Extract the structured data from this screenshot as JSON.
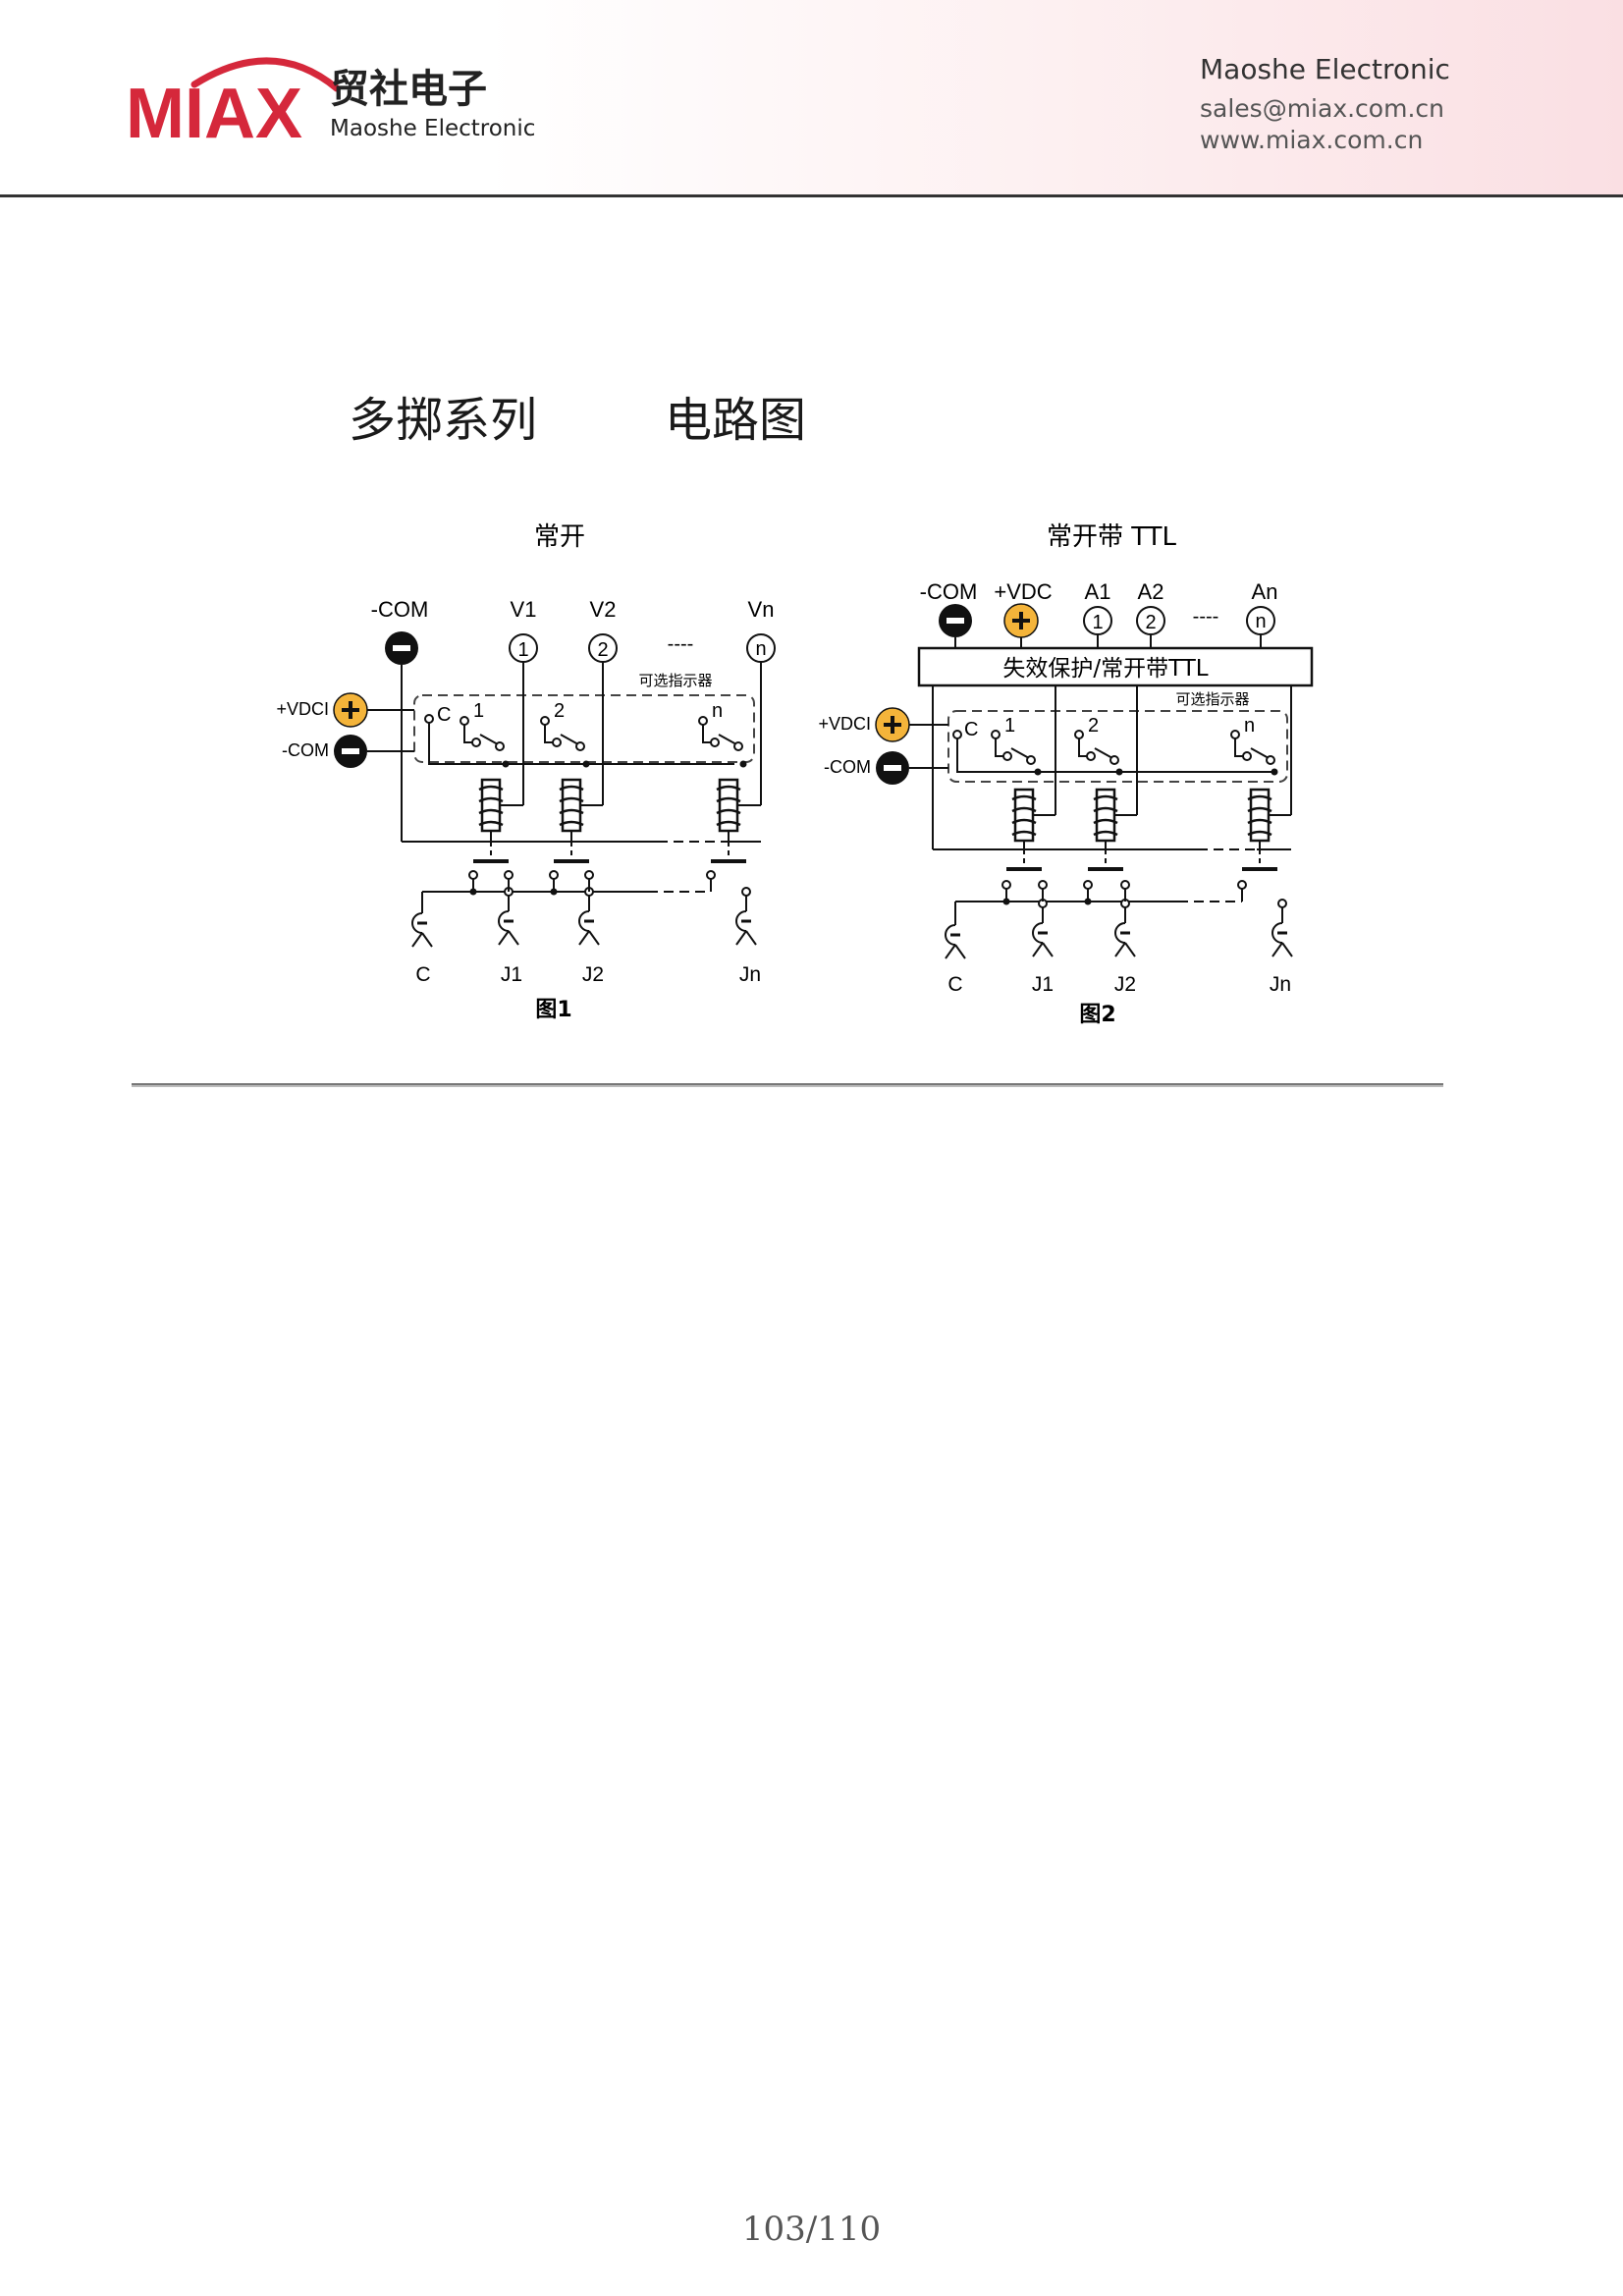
{
  "header": {
    "logo_mark": "MIAX",
    "logo_cn": "贸社电子",
    "logo_en": "Maoshe Electronic",
    "company": "Maoshe Electronic",
    "email": "sales@miax.com.cn",
    "website": "www.miax.com.cn",
    "colors": {
      "brand_red": "#d5283b",
      "brand_dark": "#222222",
      "gradient_end": "#fadfe3"
    }
  },
  "title": {
    "left": "多掷系列",
    "right": "电路图"
  },
  "diagram1": {
    "heading": "常开",
    "caption": "图1",
    "com_label": "-COM",
    "v1": "V1",
    "v2": "V2",
    "vn": "Vn",
    "n1": "1",
    "n2": "2",
    "nn": "n",
    "dashes": "----",
    "indicator": "可选指示器",
    "vdci_label": "+VDCI",
    "com2_label": "-COM",
    "sw_c": "C",
    "sw_1": "1",
    "sw_2": "2",
    "sw_n": "n",
    "out_c": "C",
    "out_j1": "J1",
    "out_j2": "J2",
    "out_jn": "Jn"
  },
  "diagram2": {
    "heading": "常开带 TTL",
    "caption": "图2",
    "com_label": "-COM",
    "vdc_label": "+VDC",
    "a1": "A1",
    "a2": "A2",
    "an": "An",
    "n1": "1",
    "n2": "2",
    "nn": "n",
    "dashes": "----",
    "box_text": "失效保护/常开带TTL",
    "indicator": "可选指示器",
    "vdci_label": "+VDCI",
    "com2_label": "-COM",
    "sw_c": "C",
    "sw_1": "1",
    "sw_2": "2",
    "sw_n": "n",
    "out_c": "C",
    "out_j1": "J1",
    "out_j2": "J2",
    "out_jn": "Jn"
  },
  "footer": {
    "page": "103/110"
  }
}
